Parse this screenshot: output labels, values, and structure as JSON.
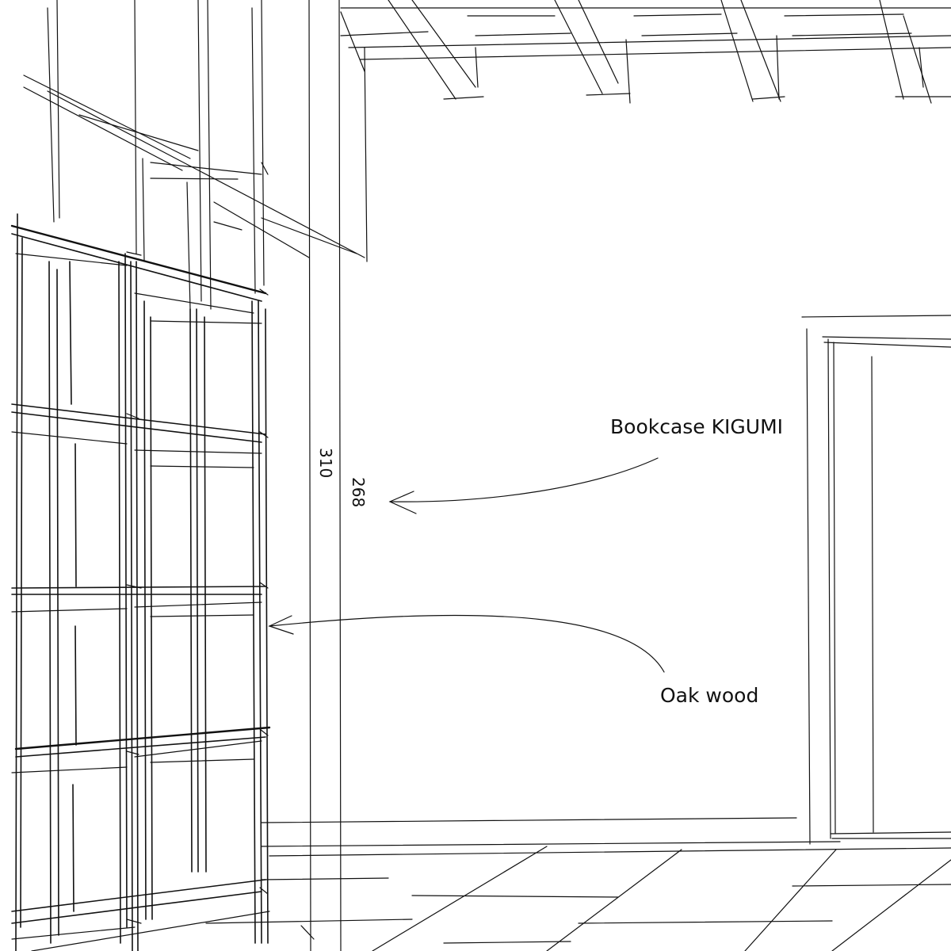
{
  "annotations": {
    "bookcase_label": "Bookcase KIGUMI",
    "material_label": "Oak wood"
  },
  "dimensions": {
    "overall_height": "310",
    "inner_height": "268"
  },
  "colors": {
    "ink": "#111111",
    "paper": "#ffffff"
  }
}
